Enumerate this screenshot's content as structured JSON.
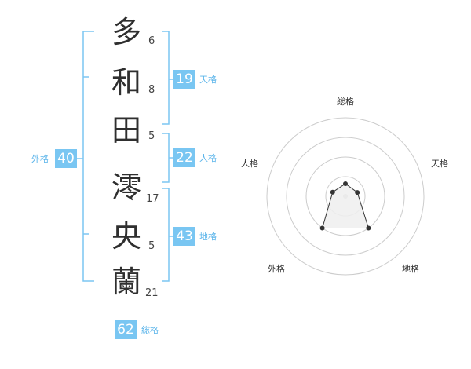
{
  "characters": [
    {
      "char": "多",
      "strokes": "6"
    },
    {
      "char": "和",
      "strokes": "8"
    },
    {
      "char": "田",
      "strokes": "5"
    },
    {
      "char": "澪",
      "strokes": "17"
    },
    {
      "char": "央",
      "strokes": "5"
    },
    {
      "char": "蘭",
      "strokes": "21"
    }
  ],
  "fortunes": {
    "tenkaku": {
      "value": "19",
      "label": "天格"
    },
    "jinkaku": {
      "value": "22",
      "label": "人格"
    },
    "chikaku": {
      "value": "43",
      "label": "地格"
    },
    "gaikaku": {
      "value": "40",
      "label": "外格"
    },
    "soukaku": {
      "value": "62",
      "label": "総格"
    }
  },
  "radar": {
    "axes": [
      "総格",
      "天格",
      "地格",
      "外格",
      "人格"
    ],
    "levels": [
      0.16,
      0.16,
      0.5,
      0.5,
      0.17
    ],
    "rings": 4,
    "colors": {
      "ring": "#cccccc",
      "fill": "#eeeeee",
      "stroke": "#333333",
      "point": "#333333"
    }
  },
  "colors": {
    "bracket": "#7cc6f2",
    "box": "#79c6f2",
    "label": "#5ab4ea"
  }
}
